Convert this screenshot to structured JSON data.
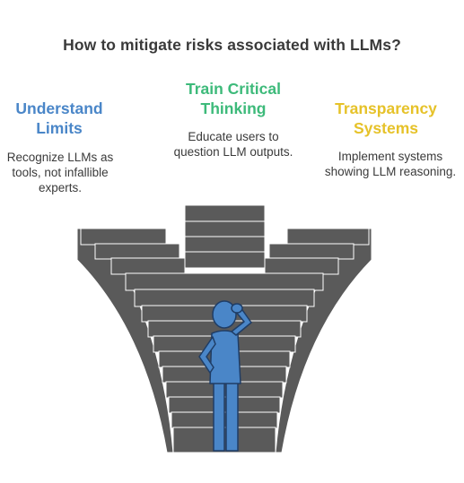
{
  "title": "How to mitigate risks associated with LLMs?",
  "strategies": [
    {
      "heading_line1": "Understand",
      "heading_line2": "Limits",
      "desc_line1": "Recognize LLMs as",
      "desc_line2": "tools, not infallible",
      "desc_line3": "experts.",
      "color": "#4a86c8"
    },
    {
      "heading_line1": "Train Critical",
      "heading_line2": "Thinking",
      "desc_line1": "Educate users to",
      "desc_line2": "question LLM outputs.",
      "desc_line3": "",
      "color": "#3dba7a"
    },
    {
      "heading_line1": "Transparency",
      "heading_line2": "Systems",
      "desc_line1": "Implement systems",
      "desc_line2": "showing LLM reasoning.",
      "desc_line3": "",
      "color": "#e6c229"
    }
  ],
  "colors": {
    "staircase": "#5a5a5a",
    "staircase_edge": "#ffffff",
    "person": "#4a86c8",
    "person_outline": "#1f3d66"
  },
  "icons": [
    "staircase-funnel-illustration",
    "thinking-person-icon"
  ]
}
